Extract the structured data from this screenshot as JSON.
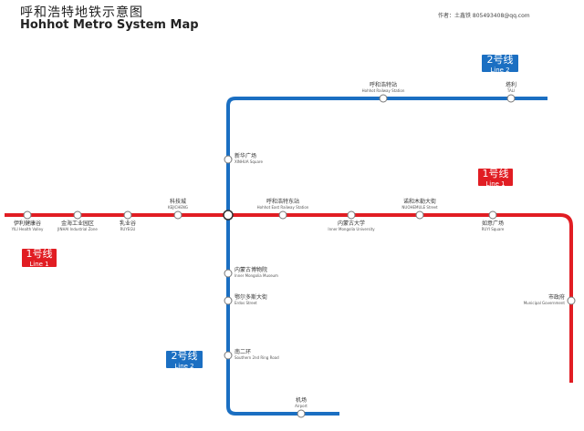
{
  "header": {
    "title_cn": "呼和浩特地铁示意图",
    "title_en": "Hohhot Metro System Map",
    "author": "作者：土鑫铁  805493408@qq.com"
  },
  "badges": {
    "line2_top": {
      "cn": "2号线",
      "en": "Line 2"
    },
    "line1_right": {
      "cn": "1号线",
      "en": "Line 1"
    },
    "line1_left": {
      "cn": "1号线",
      "en": "Line 1"
    },
    "line2_bottom": {
      "cn": "2号线",
      "en": "Line 2"
    }
  },
  "colors": {
    "line1": "#e11d23",
    "line2": "#1b6fc2",
    "station_fill": "#ffffff",
    "station_stroke": "#777777"
  },
  "line1": {
    "name": "Line 1",
    "stations": [
      {
        "cn": "伊利健康谷",
        "en": "YILI Health Valley"
      },
      {
        "cn": "金海工业园区",
        "en": "JINHAI Industrial Zone"
      },
      {
        "cn": "乳业谷",
        "en": "RUYEGU"
      },
      {
        "cn": "科技城",
        "en": "KEJICHENG"
      },
      {
        "cn": "呼和浩特东站",
        "en": "Hohhot East Railway Station"
      },
      {
        "cn": "内蒙古大学",
        "en": "Inner Mongolia University"
      },
      {
        "cn": "诺和木勒大街",
        "en": "NUOHEMULE Street"
      },
      {
        "cn": "如意广场",
        "en": "RUYI Square"
      },
      {
        "cn": "市政府",
        "en": "Municipal Government"
      }
    ]
  },
  "line2": {
    "name": "Line 2",
    "stations": [
      {
        "cn": "塔利",
        "en": "TALI"
      },
      {
        "cn": "呼和浩特站",
        "en": "Hohhot Railway Station"
      },
      {
        "cn": "新华广场",
        "en": "XINHUA Square"
      },
      {
        "cn": "内蒙古博物院",
        "en": "Inner Mongolia Museum"
      },
      {
        "cn": "鄂尔多斯大街",
        "en": "Erdos Street"
      },
      {
        "cn": "南二环",
        "en": "Southern 2nd Ring Road"
      },
      {
        "cn": "机场",
        "en": "Airport"
      }
    ]
  }
}
